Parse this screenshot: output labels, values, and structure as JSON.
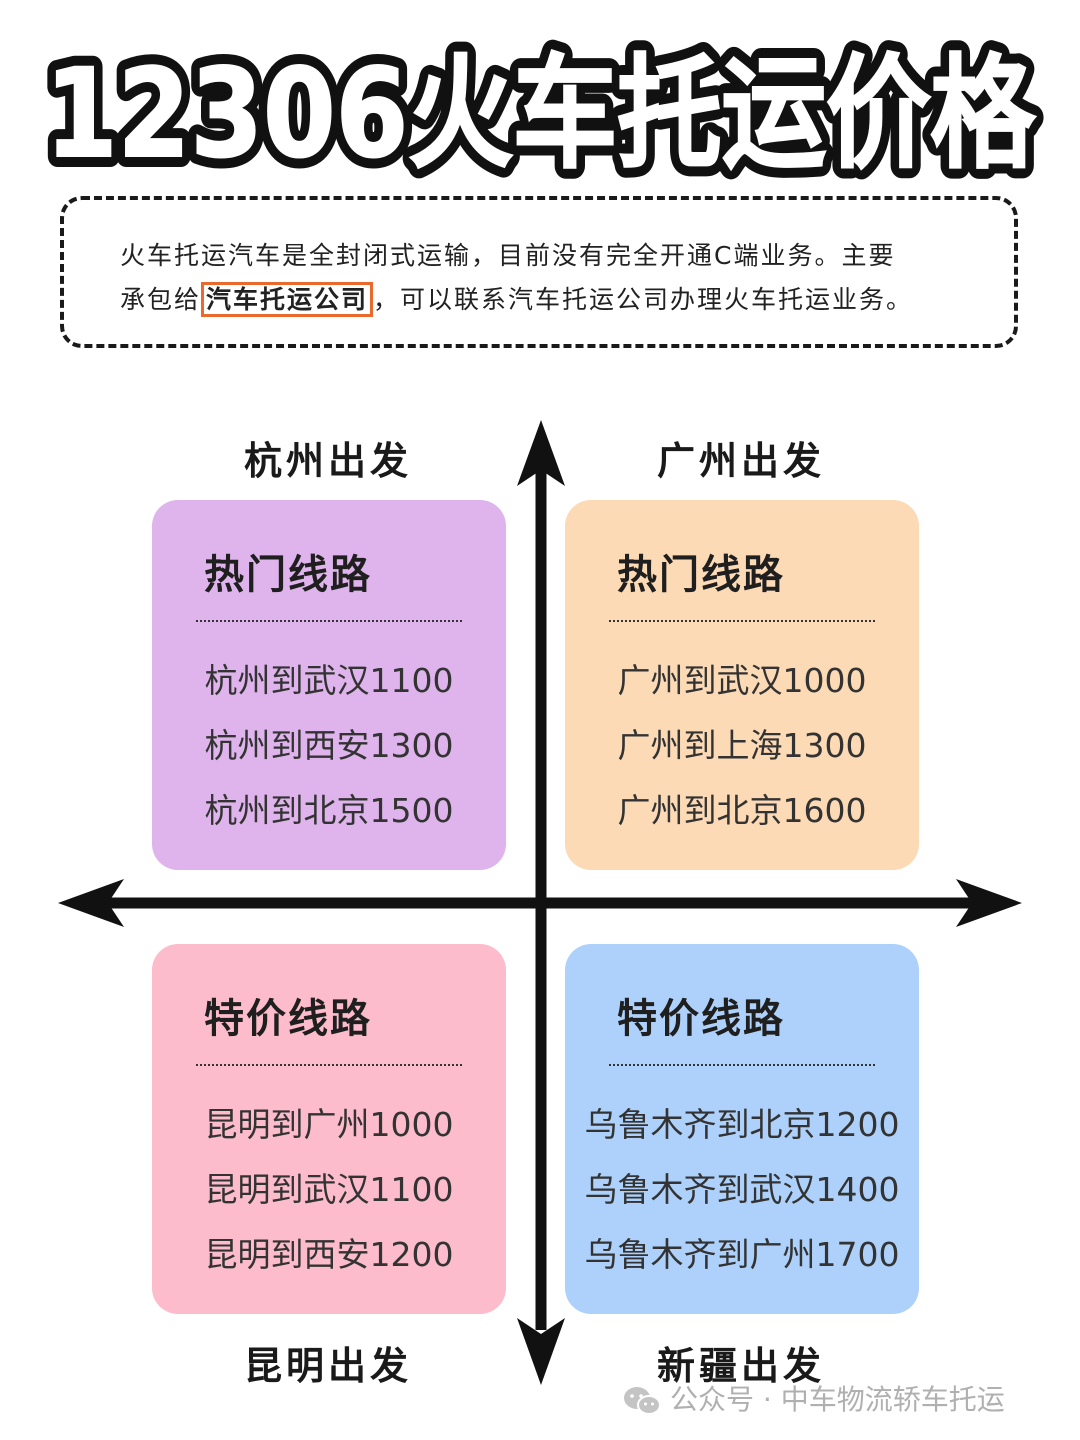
{
  "title": "12306火车托运价格",
  "intro": {
    "line1": "火车托运汽车是全封闭式运输，目前没有完全开通C端业务。主要",
    "line2_prefix": "承包给",
    "line2_highlight": "汽车托运公司",
    "line2_suffix": "，可以联系汽车托运公司办理火车托运业务。",
    "highlight_border_color": "#e96a2c"
  },
  "quadrants": {
    "top_left": {
      "label": "杭州出发",
      "card_title": "热门线路",
      "color": "#dfb4ec",
      "routes": [
        "杭州到武汉1100",
        "杭州到西安1300",
        "杭州到北京1500"
      ]
    },
    "top_right": {
      "label": "广州出发",
      "card_title": "热门线路",
      "color": "#fcdab5",
      "routes": [
        "广州到武汉1000",
        "广州到上海1300",
        "广州到北京1600"
      ]
    },
    "bottom_left": {
      "label": "昆明出发",
      "card_title": "特价线路",
      "color": "#fdbccb",
      "routes": [
        "昆明到广州1000",
        "昆明到武汉1100",
        "昆明到西安1200"
      ]
    },
    "bottom_right": {
      "label": "新疆出发",
      "card_title": "特价线路",
      "color": "#aed1fb",
      "routes": [
        "乌鲁木齐到北京1200",
        "乌鲁木齐到武汉1400",
        "乌鲁木齐到广州1700"
      ]
    }
  },
  "watermark": {
    "icon": "wechat-icon",
    "text": "公众号 · 中车物流轿车托运"
  }
}
